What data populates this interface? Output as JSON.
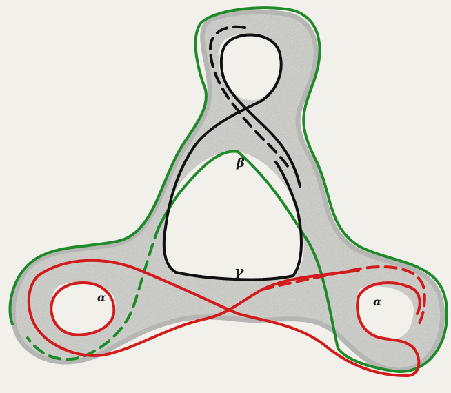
{
  "labels": {
    "top": "β",
    "bottom": "γ",
    "left": "α",
    "right": "α"
  },
  "colors": {
    "paper": "#f2f0ea",
    "surface_shading": "#cfcfcb",
    "surface_shading_dark": "#a9a9a6",
    "green_curve": "#1f8a2a",
    "red_curve": "#d31b1b",
    "black_curve": "#111111"
  }
}
